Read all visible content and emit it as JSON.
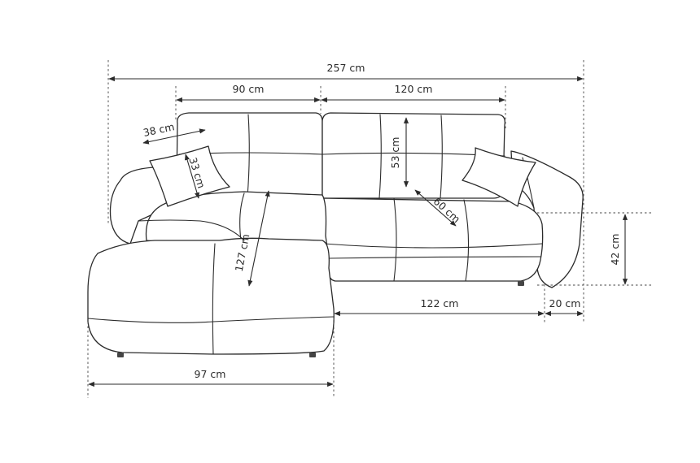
{
  "dimensions": {
    "total_width": "257 cm",
    "back_section_left": "90 cm",
    "back_section_right": "120 cm",
    "pillow_width": "38 cm",
    "pillow_height": "33 cm",
    "backrest_height": "53 cm",
    "seat_depth": "60 cm",
    "chaise_length": "127 cm",
    "seat_height": "42 cm",
    "sofa_section_width": "122 cm",
    "armrest_width": "20 cm",
    "chaise_width": "97 cm"
  },
  "colors": {
    "line": "#2b2b2b",
    "background": "#ffffff"
  }
}
